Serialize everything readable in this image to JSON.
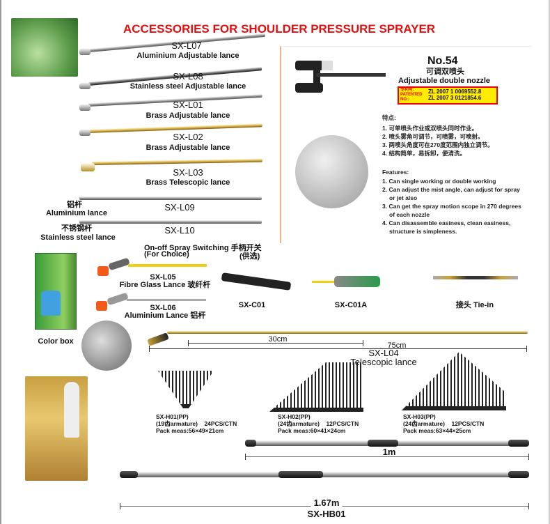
{
  "title": "ACCESSORIES FOR SHOULDER PRESSURE SPRAYER",
  "lances": [
    {
      "code": "SX-L07",
      "desc": "Aluminium Adjustable lance"
    },
    {
      "code": "SX-L08",
      "desc": "Stainless steel Adjustable lance"
    },
    {
      "code": "SX-L01",
      "desc": "Brass Adjustable lance"
    },
    {
      "code": "SX-L02",
      "desc": "Brass Adjustable lance"
    },
    {
      "code": "SX-L03",
      "desc": "Brass Telescopic lance"
    },
    {
      "code": "SX-L09",
      "cn": "铝杆",
      "desc": "Aluminium lance"
    },
    {
      "code": "SX-L10",
      "cn": "不锈钢杆",
      "desc": "Stainless steel lance"
    }
  ],
  "nozzle": {
    "no": "No.54",
    "cn": "可调双喷头",
    "name": "Adjustable double nozzle",
    "patent_label_cn": "专利号:",
    "patent_label_en": "PATENTED NO.:",
    "patents": [
      "ZL 2007 1 0069552.8",
      "ZL 2007 3 0121854.6"
    ],
    "features_cn_title": "特点:",
    "features_cn": [
      "1. 可单喷头作业或双喷头同时作业。",
      "2. 喷头雾角可调节，可喷雾，可喷射。",
      "3. 两喷头角度可在270度范围内独立调节。",
      "4. 结构简单，易拆卸，便清洗。"
    ],
    "features_title": "Features:",
    "features": [
      "1. Can single working or double working",
      "2. Can adjust the mist angle, can adjust for spray",
      "   or jet also",
      "3. Can get the spray motion scope in 270 degrees",
      "   of each nozzle",
      "4. Can disassemble easiness, clean easiness,",
      "   structure is simpleness."
    ]
  },
  "switching": {
    "line1": "On-off Spray Switching 手柄开关",
    "line2": "(For Choice)",
    "line2_cn": "(供选)"
  },
  "color_box": "Color box",
  "short_lances": [
    {
      "code": "SX-L05",
      "desc": "Fibre Glass Lance 玻纤杆"
    },
    {
      "code": "SX-L06",
      "desc": "Aluminium Lance 铝杆"
    }
  ],
  "switches": [
    "SX-C01",
    "SX-C01A",
    "接头 Tie-in"
  ],
  "telescopic": {
    "dim_short": "30cm",
    "dim_long": "75cm",
    "code": "SX-L04",
    "desc": "Telescopic lance"
  },
  "rakes": [
    {
      "code": "SX-H01(PP)",
      "spec": "(19齿armature)    24PCS/CTN",
      "pack": "Pack meas:56×49×21cm"
    },
    {
      "code": "SX-H02(PP)",
      "spec": "(24齿armature)    12PCS/CTN",
      "pack": "Pack meas:60×41×24cm"
    },
    {
      "code": "SX-H03(PP)",
      "spec": "(24齿armature)    12PCS/CTN",
      "pack": "Pack meas:63×44×25cm"
    }
  ],
  "handles": {
    "short_len": "1m",
    "long_len": "1.67m",
    "code": "SX-HB01"
  }
}
